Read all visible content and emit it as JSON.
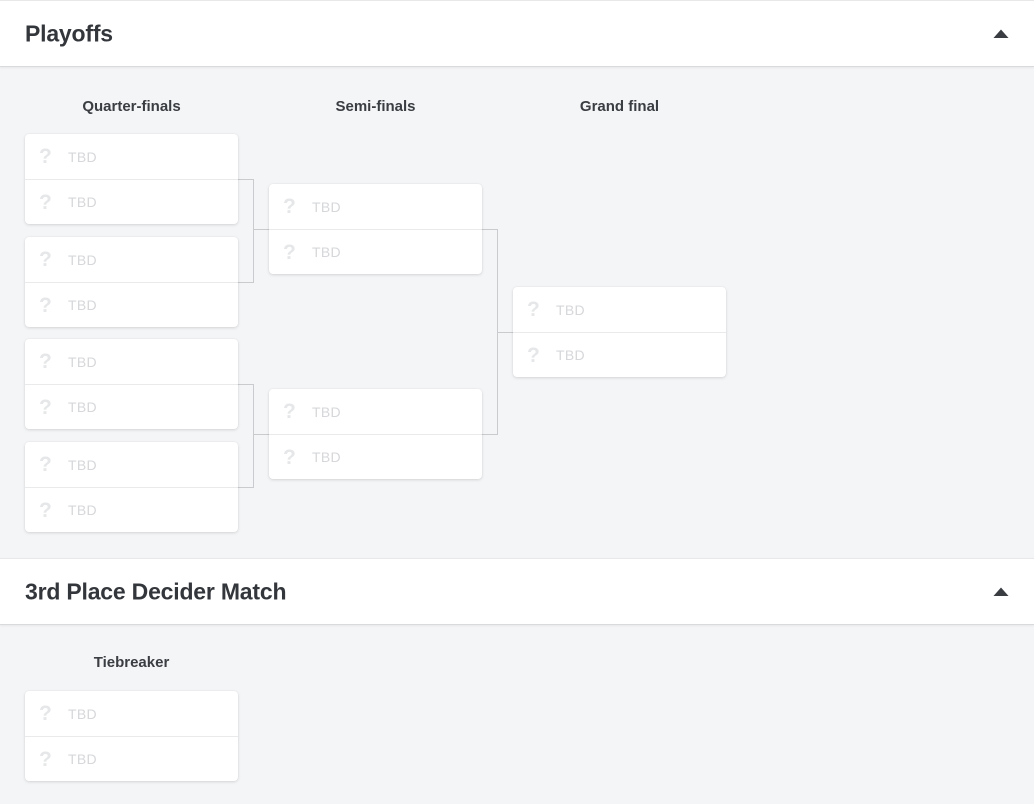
{
  "page": {
    "background_color": "#f4f5f7",
    "card_color": "#ffffff",
    "connector_color": "#c9cbcf",
    "placeholder_color": "#d6d7da",
    "title_color": "#33363b"
  },
  "sections": [
    {
      "title": "Playoffs",
      "collapse_icon": "caret-up-icon",
      "expanded": true,
      "rounds": [
        {
          "label": "Quarter-finals",
          "matches": [
            {
              "slots": [
                {
                  "icon": "question-mark-icon",
                  "name": "TBD"
                },
                {
                  "icon": "question-mark-icon",
                  "name": "TBD"
                }
              ]
            },
            {
              "slots": [
                {
                  "icon": "question-mark-icon",
                  "name": "TBD"
                },
                {
                  "icon": "question-mark-icon",
                  "name": "TBD"
                }
              ]
            },
            {
              "slots": [
                {
                  "icon": "question-mark-icon",
                  "name": "TBD"
                },
                {
                  "icon": "question-mark-icon",
                  "name": "TBD"
                }
              ]
            },
            {
              "slots": [
                {
                  "icon": "question-mark-icon",
                  "name": "TBD"
                },
                {
                  "icon": "question-mark-icon",
                  "name": "TBD"
                }
              ]
            }
          ]
        },
        {
          "label": "Semi-finals",
          "matches": [
            {
              "slots": [
                {
                  "icon": "question-mark-icon",
                  "name": "TBD"
                },
                {
                  "icon": "question-mark-icon",
                  "name": "TBD"
                }
              ]
            },
            {
              "slots": [
                {
                  "icon": "question-mark-icon",
                  "name": "TBD"
                },
                {
                  "icon": "question-mark-icon",
                  "name": "TBD"
                }
              ]
            }
          ]
        },
        {
          "label": "Grand final",
          "matches": [
            {
              "slots": [
                {
                  "icon": "question-mark-icon",
                  "name": "TBD"
                },
                {
                  "icon": "question-mark-icon",
                  "name": "TBD"
                }
              ]
            }
          ]
        }
      ]
    },
    {
      "title": "3rd Place Decider Match",
      "collapse_icon": "caret-up-icon",
      "expanded": true,
      "rounds": [
        {
          "label": "Tiebreaker",
          "matches": [
            {
              "slots": [
                {
                  "icon": "question-mark-icon",
                  "name": "TBD"
                },
                {
                  "icon": "question-mark-icon",
                  "name": "TBD"
                }
              ]
            }
          ]
        }
      ]
    }
  ]
}
